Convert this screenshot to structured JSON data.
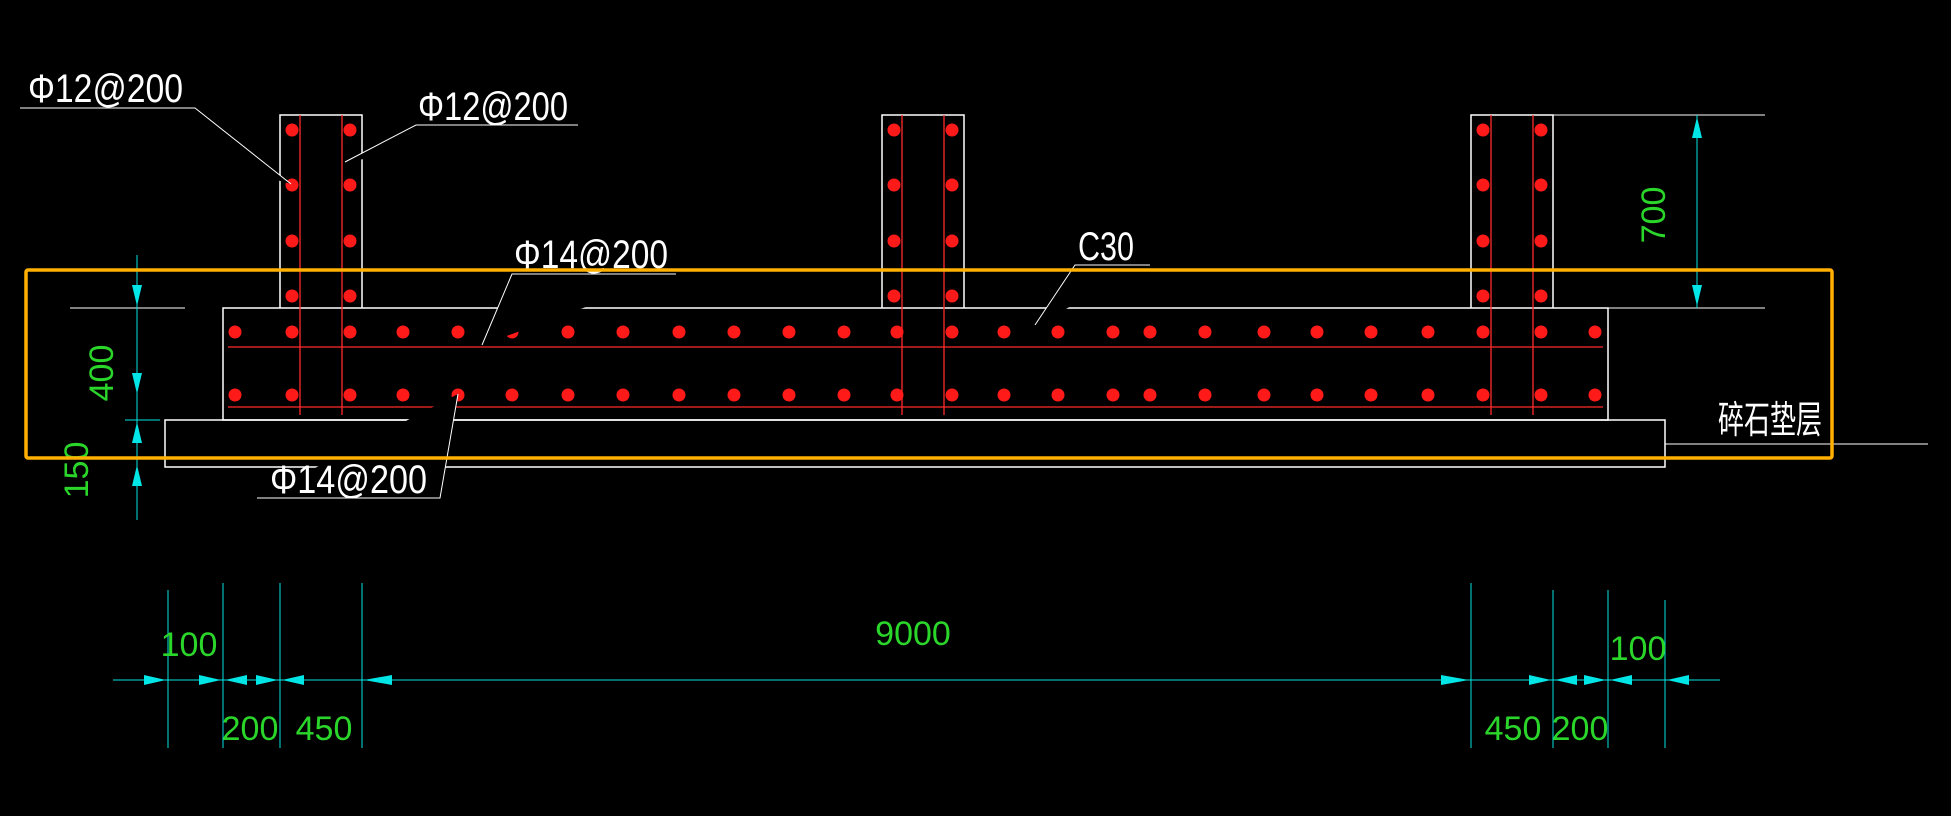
{
  "colors": {
    "background": "#000000",
    "outline": "#ffffff",
    "rebar_dot": "#ff1a1a",
    "rebar_line": "#ff2a2a",
    "dimension": "#00e5e5",
    "dimension_text": "#2bd62b",
    "highlight_box": "#ffb000"
  },
  "labels": {
    "stem_rebar_left": "Φ12@200",
    "stem_rebar_right": "Φ12@200",
    "slab_rebar_top": "Φ14@200",
    "slab_rebar_bottom": "Φ14@200",
    "concrete_grade": "C30",
    "gravel_cushion": "碎石垫层"
  },
  "dimensions": {
    "stem_height": "700",
    "slab_thickness": "400",
    "cushion_thickness": "150",
    "bottom": [
      "100",
      "200",
      "450",
      "9000",
      "450",
      "200",
      "100"
    ]
  }
}
